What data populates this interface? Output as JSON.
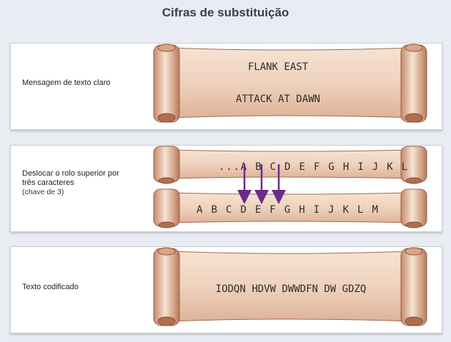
{
  "title": "Cifras de substituição",
  "panels": {
    "plaintext": {
      "label": "Mensagem de texto claro",
      "line1": "FLANK EAST",
      "line2": "ATTACK AT DAWN"
    },
    "shift": {
      "label_line1": "Deslocar o rolo superior por",
      "label_line2": "três caracteres",
      "label_sub": "(chave de 3)",
      "top_row": "...A B C D E F G H I J K L",
      "bottom_row": "A B C D E F G H I J K L M"
    },
    "ciphertext": {
      "label": "Texto codificado",
      "text": "IODQN HDVW DWWDFN DW GDZQ"
    }
  },
  "colors": {
    "parchment": "#f0d6c2",
    "parchment_dark": "#c79072",
    "arrow": "#6a2b8a"
  }
}
